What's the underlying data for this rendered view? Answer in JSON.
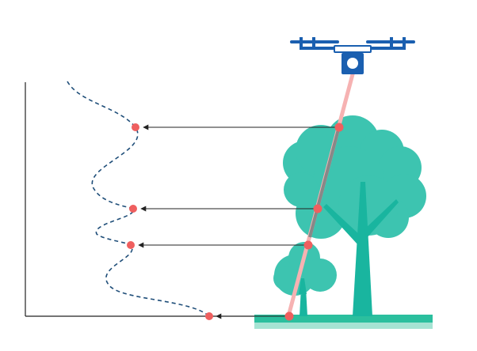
{
  "colors": {
    "background": "#ffffff",
    "axis": "#222222",
    "waveform": "#1f4e79",
    "return_point": "#ef5f5f",
    "laser_beam": "#f6b2b2",
    "laser_through_canopy": "#888888",
    "canopy": "#3dc4b0",
    "trunk": "#19b59f",
    "ground": "#2bbf9e",
    "ground_base": "#a5e3d3",
    "drone": "#1a5fb0",
    "return_arrow": "#222222"
  },
  "icons": {
    "drone": "drone-lidar-icon",
    "tall_tree": "tree-icon",
    "small_tree": "small-tree-icon"
  },
  "returns": [
    {
      "name": "return-1",
      "surface": "upper-canopy"
    },
    {
      "name": "return-2",
      "surface": "mid-canopy"
    },
    {
      "name": "return-3",
      "surface": "lower-canopy"
    },
    {
      "name": "return-4",
      "surface": "ground"
    }
  ]
}
